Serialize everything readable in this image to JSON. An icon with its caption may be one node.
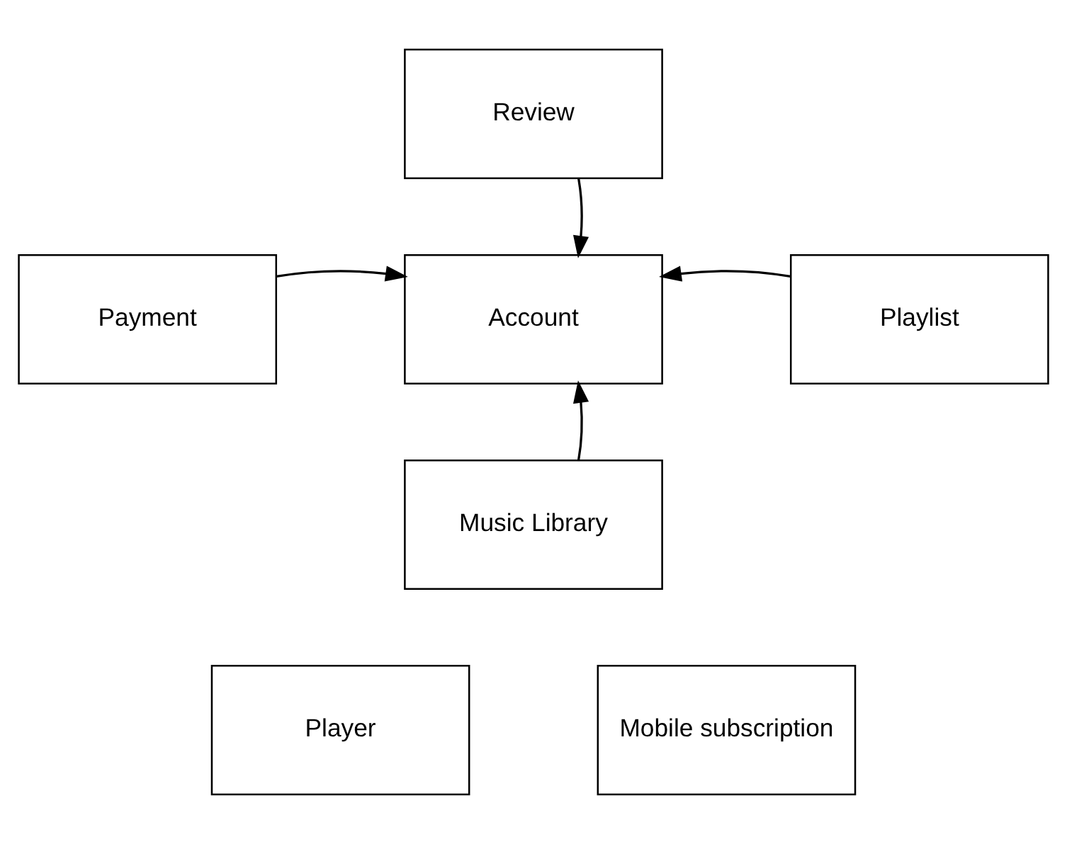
{
  "diagram": {
    "nodes": [
      {
        "text": [
          "Review"
        ]
      },
      {
        "text": [
          "Payment"
        ]
      },
      {
        "text": [
          "Account"
        ]
      },
      {
        "text": [
          "Playlist"
        ]
      },
      {
        "text": [
          "Music Library"
        ]
      },
      {
        "text": [
          "Player"
        ]
      },
      {
        "text": [
          "Mobile subscription"
        ]
      }
    ],
    "edges": [
      {
        "from": 0,
        "to": 2,
        "arrow": "to"
      },
      {
        "from": 1,
        "to": 2,
        "arrow": "to"
      },
      {
        "from": 3,
        "to": 2,
        "arrow": "to"
      },
      {
        "from": 4,
        "to": 2,
        "arrow": "to"
      }
    ]
  }
}
